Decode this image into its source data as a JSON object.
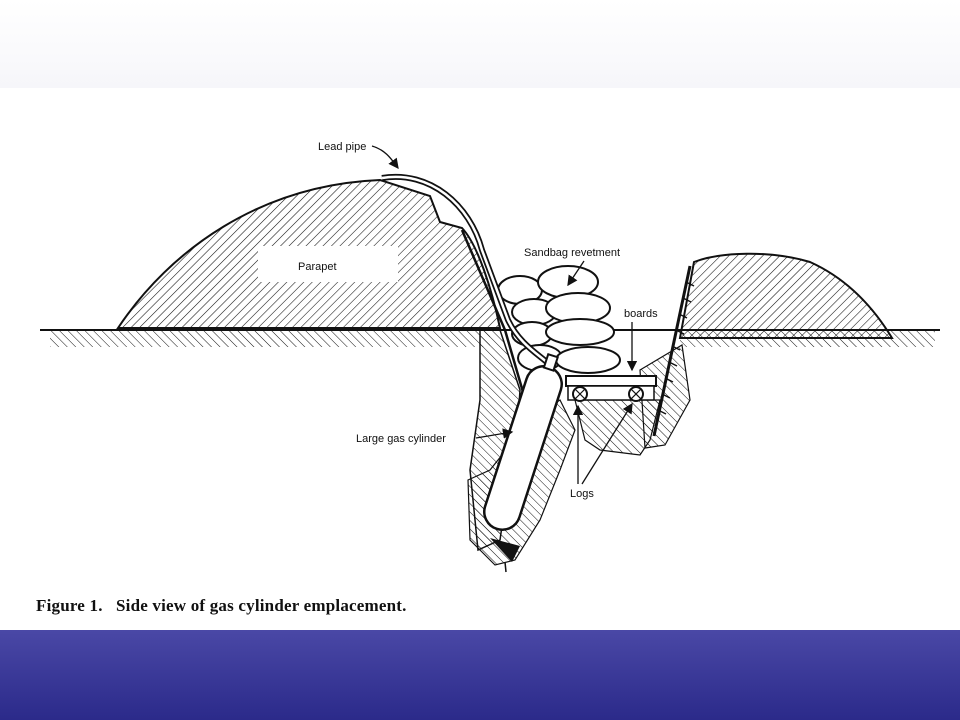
{
  "colors": {
    "bottom_band_top": "#4a48a6",
    "bottom_band_bottom": "#2b2a8a",
    "ink": "#111111"
  },
  "labels": {
    "lead_pipe": "Lead pipe",
    "parapet": "Parapet",
    "sandbag_revetment": "Sandbag revetment",
    "boards": "boards",
    "large_gas_cylinder": "Large gas cylinder",
    "logs": "Logs"
  },
  "caption": "Figure 1.   Side view of gas cylinder emplacement."
}
